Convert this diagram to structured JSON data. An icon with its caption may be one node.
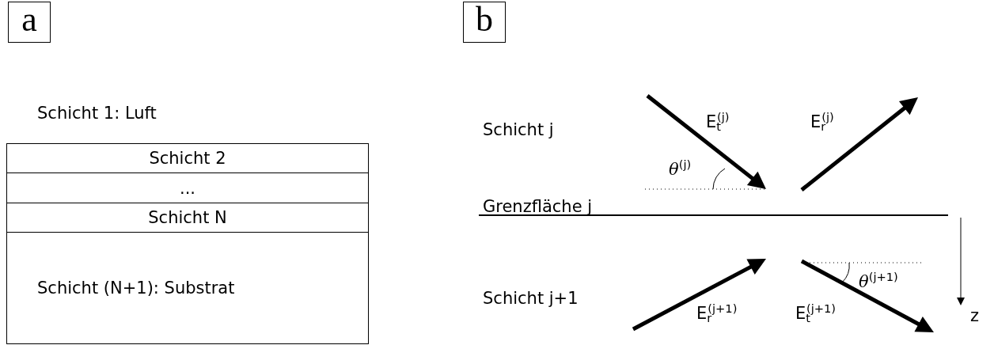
{
  "diagram": {
    "nodes": [
      {
        "text": [
          "a"
        ]
      },
      {
        "text": [
          "b"
        ]
      },
      {
        "text": [
          "Schicht 2"
        ]
      },
      {
        "text": [
          "..."
        ]
      },
      {
        "text": [
          "Schicht N"
        ]
      },
      {
        "text": [
          "Schicht (N+1): Substrat"
        ]
      }
    ],
    "labels": [
      "Schicht 1: Luft",
      "Schicht j",
      "E$_{t}$$^{(j)}$",
      "E$_{r}$$^{(j)}$",
      "θ$^{(j)}$",
      "Grenzfläche j",
      "Schicht j+1",
      "θ$^{(j+1)}$",
      "E$_{r}$$^{(j+1)}$",
      "E$_{t}$$^{(j+1)}$",
      "z"
    ]
  }
}
